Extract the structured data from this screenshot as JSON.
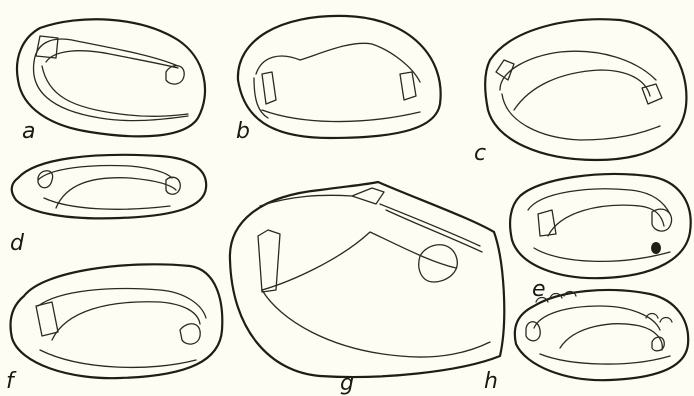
{
  "figures": [
    {
      "id": "a",
      "label": "a"
    },
    {
      "id": "b",
      "label": "b"
    },
    {
      "id": "c",
      "label": "c"
    },
    {
      "id": "d",
      "label": "d"
    },
    {
      "id": "e",
      "label": "e"
    },
    {
      "id": "f",
      "label": "f"
    },
    {
      "id": "g",
      "label": "g"
    },
    {
      "id": "h",
      "label": "h"
    }
  ],
  "colors": {
    "background": "#fdfdf4",
    "ink": "#1e1e18"
  }
}
